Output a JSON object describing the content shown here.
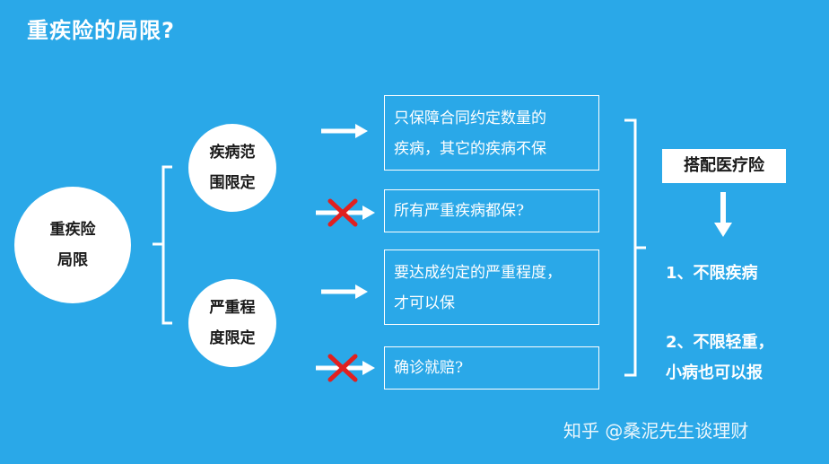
{
  "title": "重疾险的局限?",
  "main_node": {
    "line1": "重疾险",
    "line2": "局限"
  },
  "scope_node": {
    "line1": "疾病范",
    "line2": "围限定"
  },
  "severity_node": {
    "line1": "严重程",
    "line2": "度限定"
  },
  "boxes": {
    "scope_fact": {
      "line1": "只保障合同约定数量的",
      "line2": "疾病，其它的疾病不保"
    },
    "scope_myth": "所有严重疾病都保?",
    "severity_fact": {
      "line1": "要达成约定的严重程度，",
      "line2": "才可以保"
    },
    "severity_myth": "确诊就赔?"
  },
  "solution": {
    "label": "搭配医疗险",
    "point1": "1、不限疾病",
    "point2_line1": "2、不限轻重，",
    "point2_line2": "小病也可以报"
  },
  "watermark": "知乎 @桑泥先生谈理财",
  "colors": {
    "background": "#2aa8e8",
    "cross": "#e02020",
    "line": "#ffffff"
  }
}
